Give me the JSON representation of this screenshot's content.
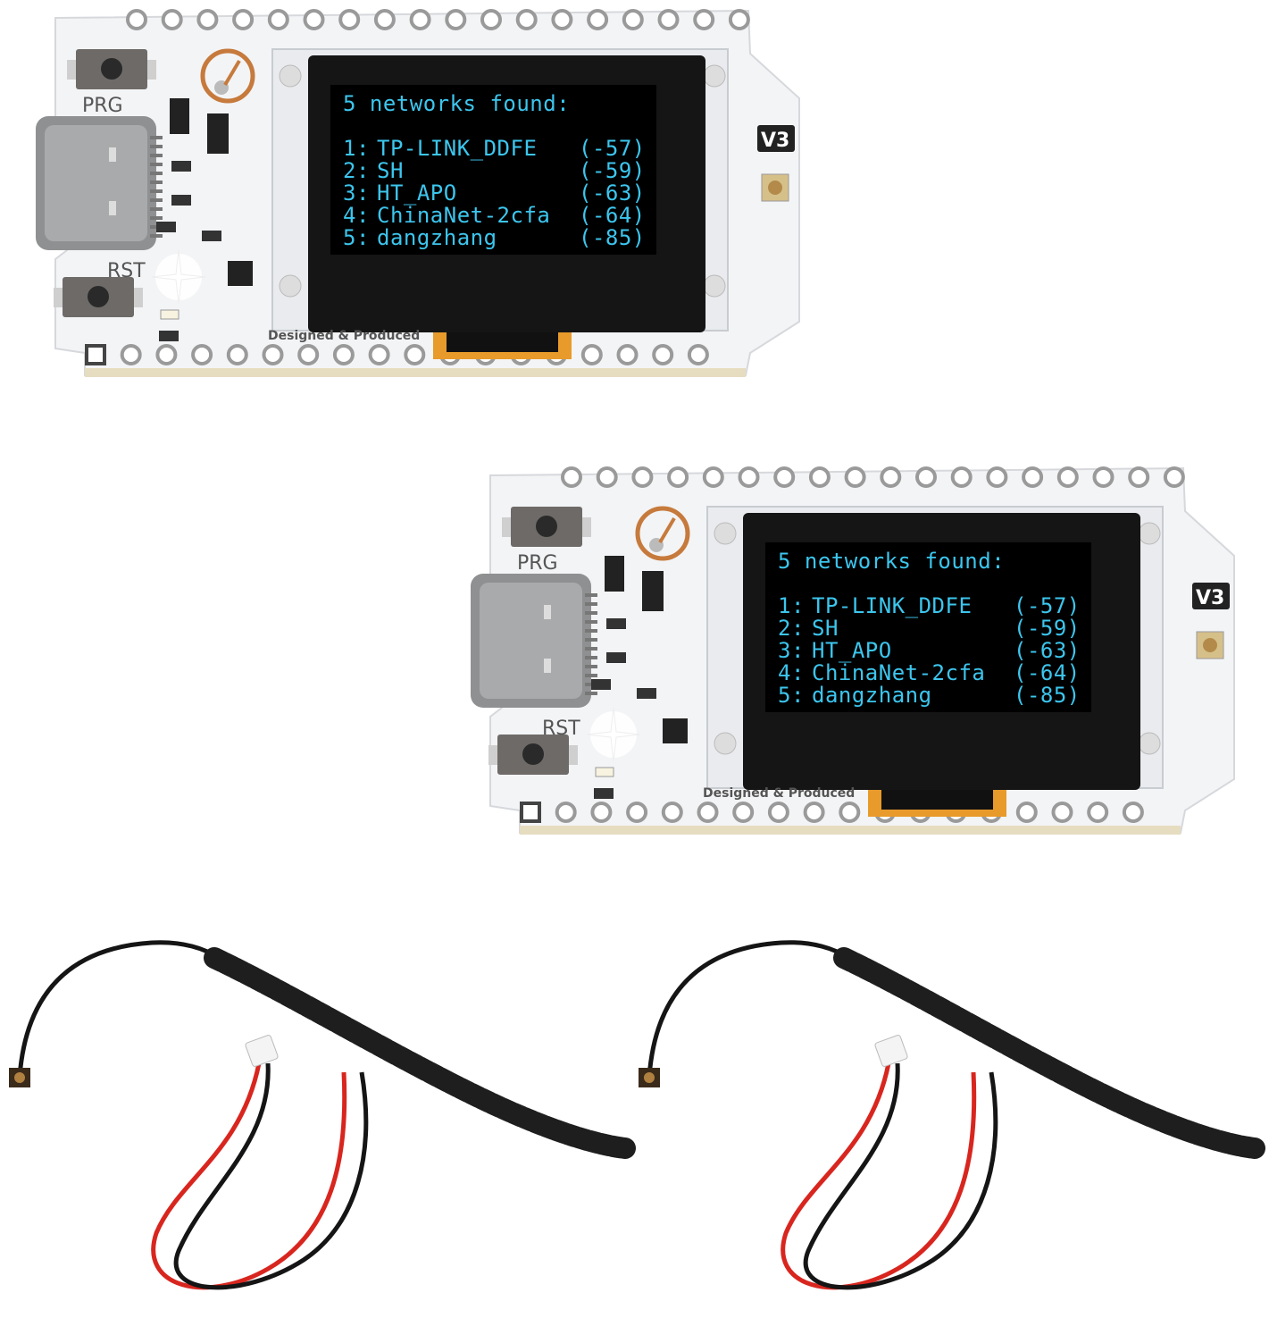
{
  "boards": [
    {
      "prg_label": "PRG",
      "rst_label": "RST",
      "version_badge": "V3",
      "maker_text": "Designed & Produced",
      "screen": {
        "header": "5 networks found:",
        "networks": [
          {
            "index": "1:",
            "ssid": "TP-LINK_DDFE",
            "rssi": "(-57)"
          },
          {
            "index": "2:",
            "ssid": "SH",
            "rssi": "(-59)"
          },
          {
            "index": "3:",
            "ssid": "HT_APO",
            "rssi": "(-63)"
          },
          {
            "index": "4:",
            "ssid": "ChinaNet-2cfa",
            "rssi": "(-64)"
          },
          {
            "index": "5:",
            "ssid": "dangzhang",
            "rssi": "(-85)"
          }
        ]
      }
    },
    {
      "prg_label": "PRG",
      "rst_label": "RST",
      "version_badge": "V3",
      "maker_text": "Designed & Produced",
      "screen": {
        "header": "5 networks found:",
        "networks": [
          {
            "index": "1:",
            "ssid": "TP-LINK_DDFE",
            "rssi": "(-57)"
          },
          {
            "index": "2:",
            "ssid": "SH",
            "rssi": "(-59)"
          },
          {
            "index": "3:",
            "ssid": "HT_APO",
            "rssi": "(-63)"
          },
          {
            "index": "4:",
            "ssid": "ChinaNet-2cfa",
            "rssi": "(-64)"
          },
          {
            "index": "5:",
            "ssid": "dangzhang",
            "rssi": "(-85)"
          }
        ]
      }
    }
  ],
  "colors": {
    "pcb": "#f4f5f7",
    "oled_text": "#3cc6ee",
    "wire_red": "#d8261f",
    "wire_black": "#151515",
    "copper_coil": "#c67a3c"
  },
  "icons": [
    "usb-c-connector",
    "push-button",
    "copper-coil-antenna",
    "ipex-connector",
    "led",
    "antenna-cable",
    "battery-cable"
  ]
}
